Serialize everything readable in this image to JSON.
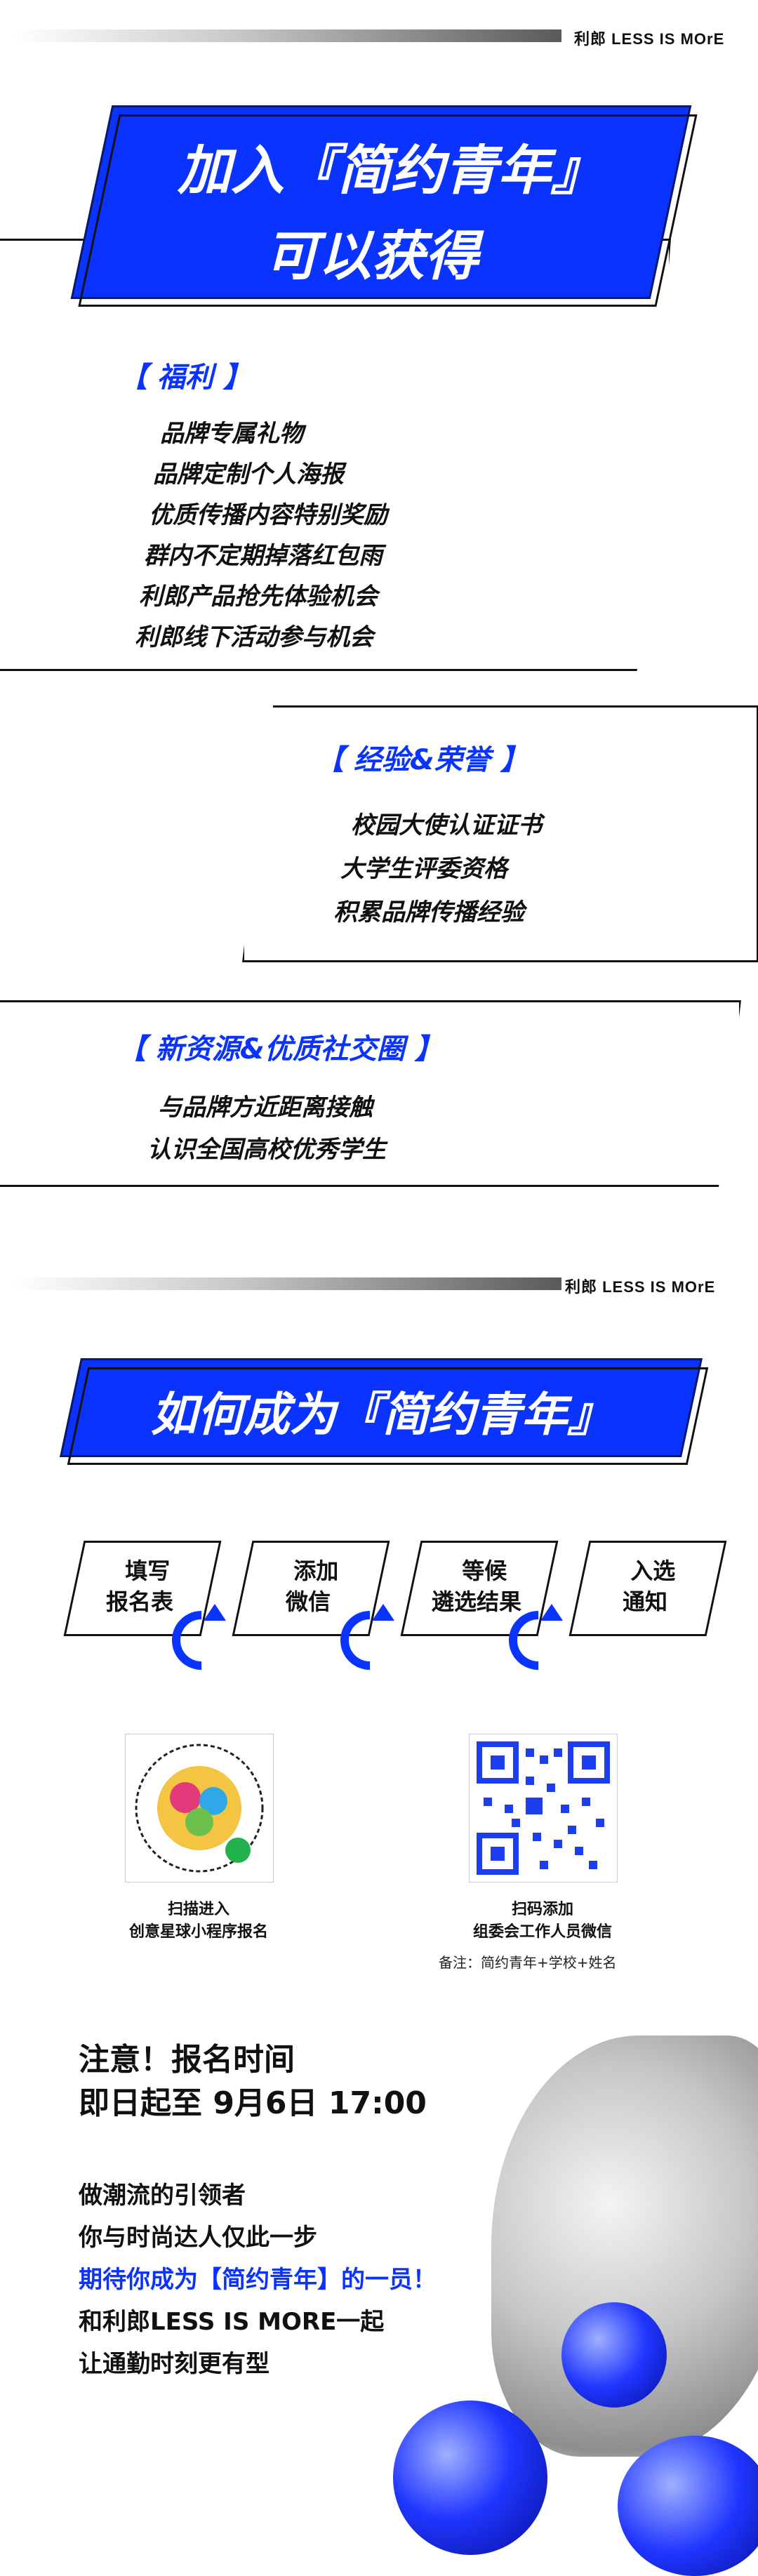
{
  "brand": "利郎 LESS IS MOrE",
  "section1": {
    "banner_line1": "加入『简约青年』",
    "banner_line2": "可以获得",
    "welfare": {
      "title": "【 福利 】",
      "items": [
        "品牌专属礼物",
        "品牌定制个人海报",
        "优质传播内容特别奖励",
        "群内不定期掉落红包雨",
        "利郎产品抢先体验机会",
        "利郎线下活动参与机会"
      ]
    },
    "honor": {
      "title": "【 经验&荣誉 】",
      "items": [
        "校园大使认证证书",
        "大学生评委资格",
        "积累品牌传播经验"
      ]
    },
    "network": {
      "title": "【 新资源&优质社交圈 】",
      "items": [
        "与品牌方近距离接触",
        "认识全国高校优秀学生"
      ]
    }
  },
  "section2": {
    "banner": "如何成为『简约青年』",
    "steps": [
      {
        "line1": "填写",
        "line2": "报名表"
      },
      {
        "line1": "添加",
        "line2": "微信"
      },
      {
        "line1": "等候",
        "line2": "遴选结果"
      },
      {
        "line1": "入选",
        "line2": "通知"
      }
    ],
    "qr_left": {
      "line1": "扫描进入",
      "line2": "创意星球小程序报名",
      "icon": "mini-program-qr-icon"
    },
    "qr_right": {
      "line1": "扫码添加",
      "line2": "组委会工作人员微信",
      "note": "备注：简约青年+学校+姓名",
      "icon": "wechat-qr-icon"
    }
  },
  "footer": {
    "notice_line1": "注意！报名时间",
    "notice_line2": "即日起至 9月6日 17:00",
    "lines": [
      "做潮流的引领者",
      "你与时尚达人仅此一步"
    ],
    "highlight": "期待你成为【简约青年】的一员！",
    "lines2": [
      "和利郎LESS IS MORE一起",
      "让通勤时刻更有型"
    ]
  },
  "colors": {
    "accent": "#0a33ff",
    "text": "#111111"
  }
}
